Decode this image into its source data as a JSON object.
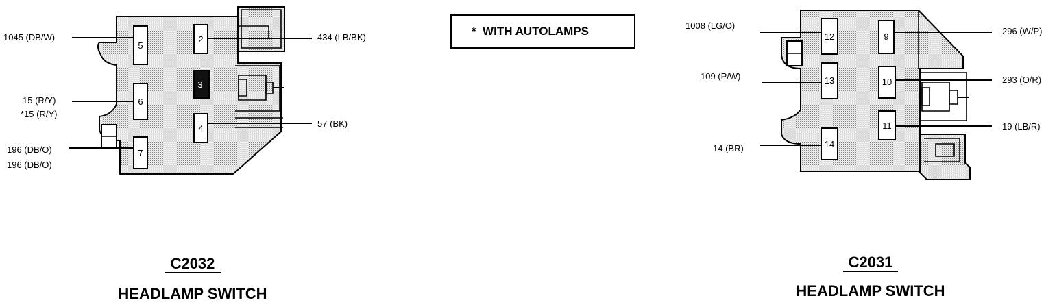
{
  "note": {
    "text": "*  WITH AUTOLAMPS"
  },
  "connectors": [
    {
      "id": "C2032",
      "name": "HEADLAMP SWITCH",
      "pins": [
        "5",
        "2",
        "3",
        "6",
        "4",
        "7"
      ],
      "wires": [
        {
          "pin": "5",
          "label": "1045 (DB/W)"
        },
        {
          "pin": "2",
          "label": "434 (LB/BK)"
        },
        {
          "pin": "6",
          "label": "15 (R/Y)"
        },
        {
          "pin": "6",
          "label": "*15 (R/Y)"
        },
        {
          "pin": "4",
          "label": "57 (BK)"
        },
        {
          "pin": "7",
          "label": "196 (DB/O)"
        },
        {
          "pin": "7",
          "label": "196 (DB/O)"
        }
      ]
    },
    {
      "id": "C2031",
      "name": "HEADLAMP SWITCH",
      "pins": [
        "12",
        "9",
        "13",
        "10",
        "11",
        "14"
      ],
      "wires": [
        {
          "pin": "12",
          "label": "1008 (LG/O)"
        },
        {
          "pin": "9",
          "label": "296 (W/P)"
        },
        {
          "pin": "13",
          "label": "109 (P/W)"
        },
        {
          "pin": "10",
          "label": "293 (O/R)"
        },
        {
          "pin": "11",
          "label": "19 (LB/R)"
        },
        {
          "pin": "14",
          "label": "14 (BR)"
        }
      ]
    }
  ]
}
